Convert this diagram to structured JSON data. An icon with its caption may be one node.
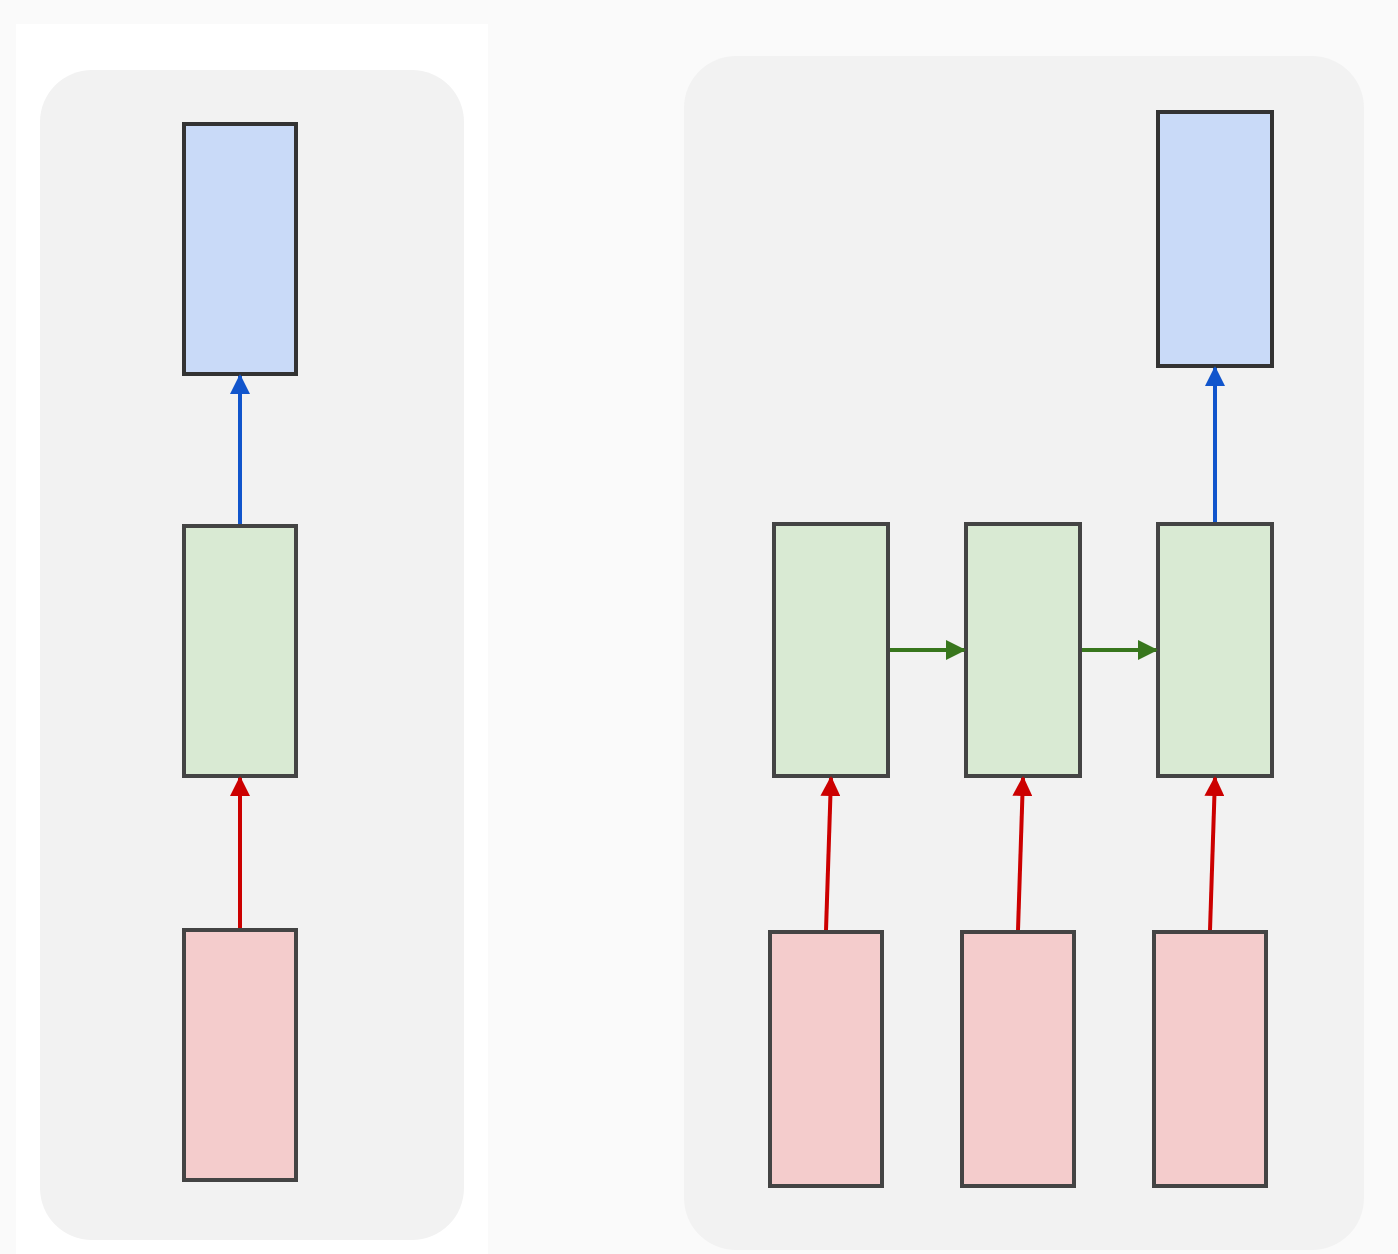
{
  "diagram": {
    "nodes": [
      {
        "text": [],
        "shape": "box"
      },
      {
        "text": [],
        "shape": "box",
        "in": 0
      },
      {
        "text": [],
        "shape": "box",
        "in": 0
      },
      {
        "text": [],
        "shape": "box",
        "in": 0
      },
      {
        "text": [],
        "shape": "box"
      },
      {
        "text": [],
        "shape": "box",
        "in": 4
      },
      {
        "text": [],
        "shape": "box",
        "in": 4
      },
      {
        "text": [],
        "shape": "box",
        "in": 4
      },
      {
        "text": [],
        "shape": "box",
        "in": 4
      },
      {
        "text": [],
        "shape": "box",
        "in": 4
      },
      {
        "text": [],
        "shape": "box",
        "in": 4
      },
      {
        "text": [],
        "shape": "box",
        "in": 4
      }
    ],
    "edges": [
      {
        "from": 3,
        "to": 2,
        "arrow": "to"
      },
      {
        "from": 2,
        "to": 1,
        "arrow": "to",
        "color": "#1155cc"
      },
      {
        "from": 9,
        "to": 6,
        "arrow": "to"
      },
      {
        "from": 10,
        "to": 7,
        "arrow": "to"
      },
      {
        "from": 11,
        "to": 8,
        "arrow": "to"
      },
      {
        "from": 6,
        "to": 7,
        "arrow": "to",
        "color": "#38761d"
      },
      {
        "from": 7,
        "to": 8,
        "arrow": "to",
        "color": "#38761d"
      },
      {
        "from": 8,
        "to": 5,
        "arrow": "to",
        "color": "#1155cc"
      }
    ]
  }
}
